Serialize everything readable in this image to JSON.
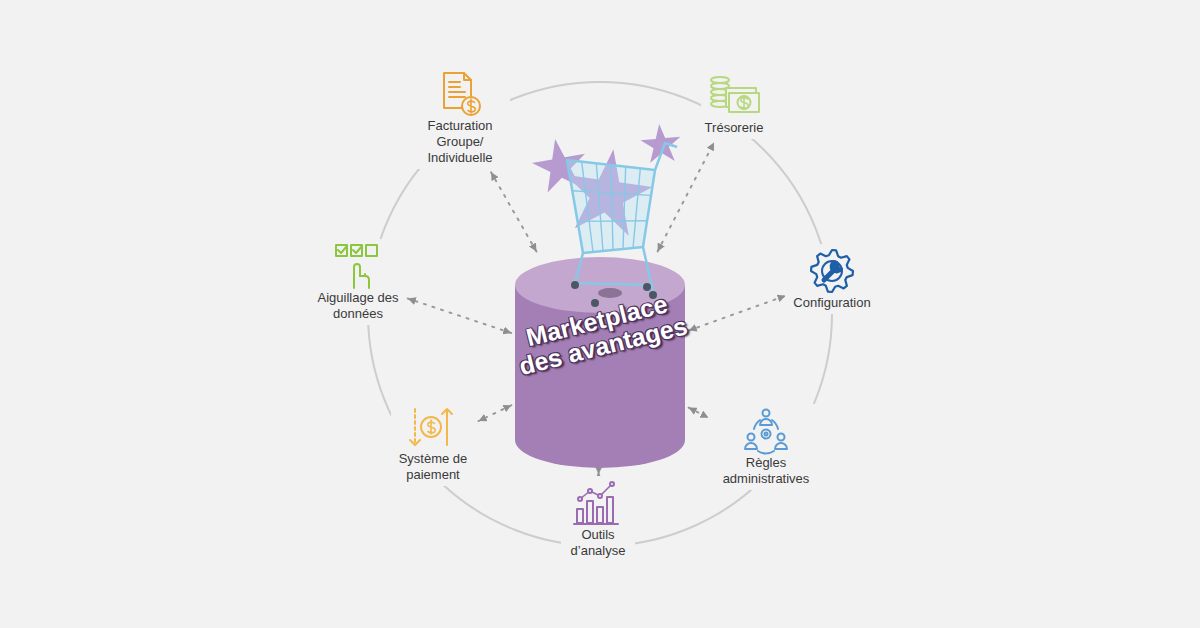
{
  "diagram": {
    "nodes": [
      {
        "text": [
          "Marketplace des avantages"
        ]
      },
      {
        "text": [
          "Facturation Groupe/ Individuelle"
        ]
      },
      {
        "text": [
          "Trésorerie"
        ]
      },
      {
        "text": [
          "Configuration"
        ]
      },
      {
        "text": [
          "Règles administratives"
        ]
      },
      {
        "text": [
          "Outils d’analyse"
        ]
      },
      {
        "text": [
          "Système de paiement"
        ]
      },
      {
        "text": [
          "Aiguillage des données"
        ]
      }
    ],
    "edges": [
      {
        "from": 0,
        "to": 1,
        "arrow": "both"
      },
      {
        "from": 0,
        "to": 2,
        "arrow": "both"
      },
      {
        "from": 0,
        "to": 3,
        "arrow": "both"
      },
      {
        "from": 0,
        "to": 4,
        "arrow": "both"
      },
      {
        "from": 0,
        "to": 5,
        "arrow": "both"
      },
      {
        "from": 0,
        "to": 6,
        "arrow": "both"
      },
      {
        "from": 0,
        "to": 7,
        "arrow": "both"
      }
    ]
  }
}
